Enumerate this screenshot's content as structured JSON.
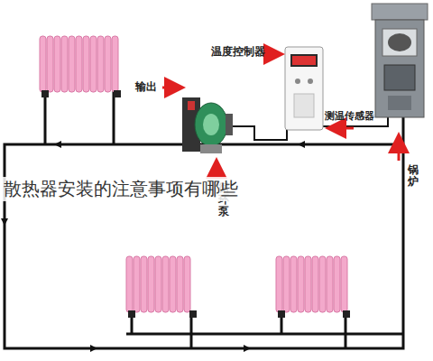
{
  "diagram": {
    "caption": "散热器安装的注意事项有哪些",
    "labels": [
      "温度控制器",
      "输出",
      "测温传感器",
      "循环泵",
      "锅炉"
    ]
  }
}
